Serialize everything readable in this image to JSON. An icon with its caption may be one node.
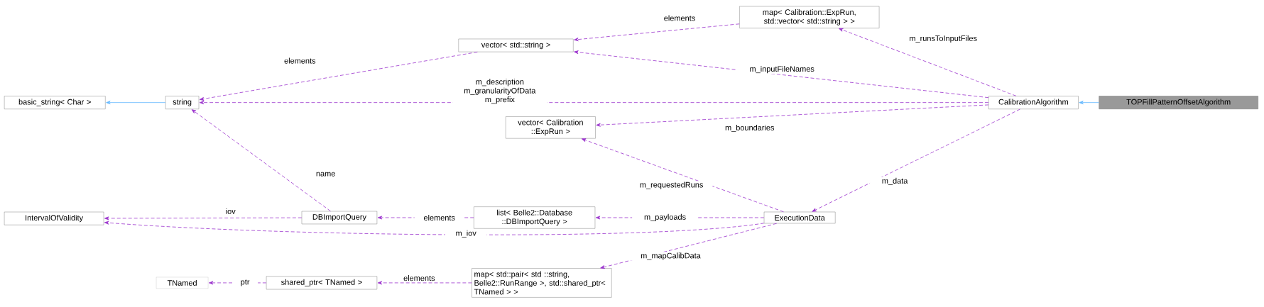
{
  "diagram": {
    "nodes": [
      {
        "text": [
          "TOPFillPatternOffsetAlgorithm"
        ]
      },
      {
        "text": [
          "CalibrationAlgorithm"
        ]
      },
      {
        "text": [
          "map< Calibration::ExpRun, std::vector< std::string > >"
        ]
      },
      {
        "text": [
          "vector< std::string >"
        ]
      },
      {
        "text": [
          "string"
        ]
      },
      {
        "text": [
          "basic_string< Char >"
        ]
      },
      {
        "text": [
          "vector< Calibration ::ExpRun >"
        ]
      },
      {
        "text": [
          "ExecutionData"
        ]
      },
      {
        "text": [
          "DBImportQuery"
        ]
      },
      {
        "text": [
          "list< Belle2::Database ::DBImportQuery >"
        ]
      },
      {
        "text": [
          "IntervalOfValidity"
        ]
      },
      {
        "text": [
          "map< std::pair< std ::string, Belle2::RunRange >, std::shared_ptr< TNamed > >"
        ]
      },
      {
        "text": [
          "shared_ptr< TNamed >"
        ]
      },
      {
        "text": [
          "TNamed"
        ]
      }
    ],
    "edges": [
      {
        "from": 0,
        "to": 1,
        "arrow": "to",
        "color": "#63b8ff"
      },
      {
        "from": 4,
        "to": 5,
        "arrow": "to",
        "color": "#63b8ff"
      },
      {
        "from": 1,
        "to": 2,
        "arrow": "to",
        "style": "dashed",
        "label": "m_runsToInputFiles"
      },
      {
        "from": 2,
        "to": 3,
        "arrow": "to",
        "style": "dashed",
        "label": "elements"
      },
      {
        "from": 3,
        "to": 4,
        "arrow": "to",
        "style": "dashed",
        "label": "elements"
      },
      {
        "from": 1,
        "to": 3,
        "arrow": "to",
        "style": "dashed",
        "label": "m_inputFileNames"
      },
      {
        "from": 1,
        "to": 4,
        "arrow": "to",
        "style": "dashed",
        "label": "m_description m_granularityOfData m_prefix"
      },
      {
        "from": 1,
        "to": 6,
        "arrow": "to",
        "style": "dashed",
        "label": "m_boundaries"
      },
      {
        "from": 1,
        "to": 7,
        "arrow": "to",
        "style": "dashed",
        "label": "m_data"
      },
      {
        "from": 7,
        "to": 6,
        "arrow": "to",
        "style": "dashed",
        "label": "m_requestedRuns"
      },
      {
        "from": 7,
        "to": 9,
        "arrow": "to",
        "style": "dashed",
        "label": "m_payloads"
      },
      {
        "from": 7,
        "to": 10,
        "arrow": "to",
        "style": "dashed",
        "label": "m_iov"
      },
      {
        "from": 7,
        "to": 11,
        "arrow": "to",
        "style": "dashed",
        "label": "m_mapCalibData"
      },
      {
        "from": 9,
        "to": 8,
        "arrow": "to",
        "style": "dashed",
        "label": "elements"
      },
      {
        "from": 8,
        "to": 4,
        "arrow": "to",
        "style": "dashed",
        "label": "name"
      },
      {
        "from": 8,
        "to": 10,
        "arrow": "to",
        "style": "dashed",
        "label": "iov"
      },
      {
        "from": 11,
        "to": 12,
        "arrow": "to",
        "style": "dashed",
        "label": "elements"
      },
      {
        "from": 12,
        "to": 13,
        "arrow": "to",
        "style": "dashed",
        "label": "ptr"
      }
    ]
  }
}
